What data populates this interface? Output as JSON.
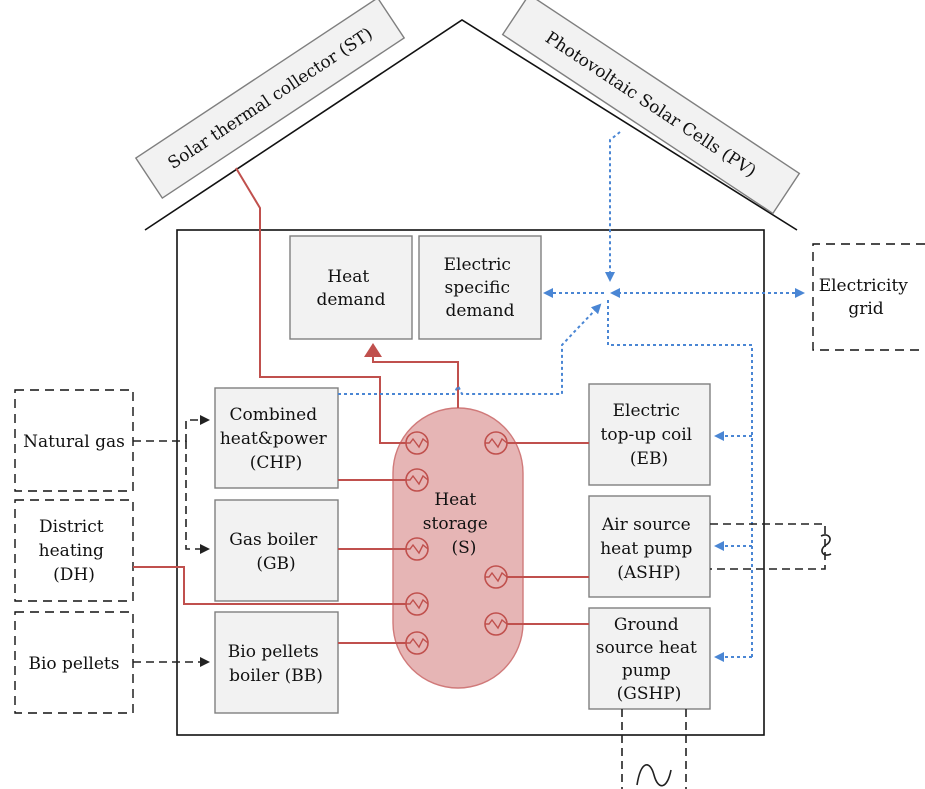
{
  "colors": {
    "heat_line": "#c0504d",
    "electric_line": "#4a86d4",
    "fuel_line": "#222222",
    "component_fill": "#f2f2f2",
    "component_stroke": "#7f7f7f",
    "storage_fill": "#e6b5b5",
    "storage_stroke": "#d07a7a"
  },
  "roof": {
    "solar_thermal": "Solar thermal collector (ST)",
    "photovoltaic": "Photovoltaic Solar Cells (PV)"
  },
  "demand": {
    "heat": [
      "Heat",
      "demand"
    ],
    "electric": [
      "Electric",
      "specific",
      "demand"
    ]
  },
  "external": {
    "grid": [
      "Electricity",
      "grid"
    ],
    "natural_gas": "Natural gas",
    "district_heating": [
      "District",
      "heating",
      "(DH)"
    ],
    "bio_pellets": "Bio pellets"
  },
  "components": {
    "chp": [
      "Combined",
      "heat&power",
      "(CHP)"
    ],
    "gas_boiler": [
      "Gas boiler",
      "(GB)"
    ],
    "bio_boiler": [
      "Bio pellets",
      "boiler (BB)"
    ],
    "storage": [
      "Heat",
      "storage",
      "(S)"
    ],
    "eb": [
      "Electric",
      "top-up coil",
      "(EB)"
    ],
    "ashp": [
      "Air source",
      "heat pump",
      "(ASHP)"
    ],
    "gshp": [
      "Ground",
      "source heat",
      "pump",
      "(GSHP)"
    ]
  }
}
